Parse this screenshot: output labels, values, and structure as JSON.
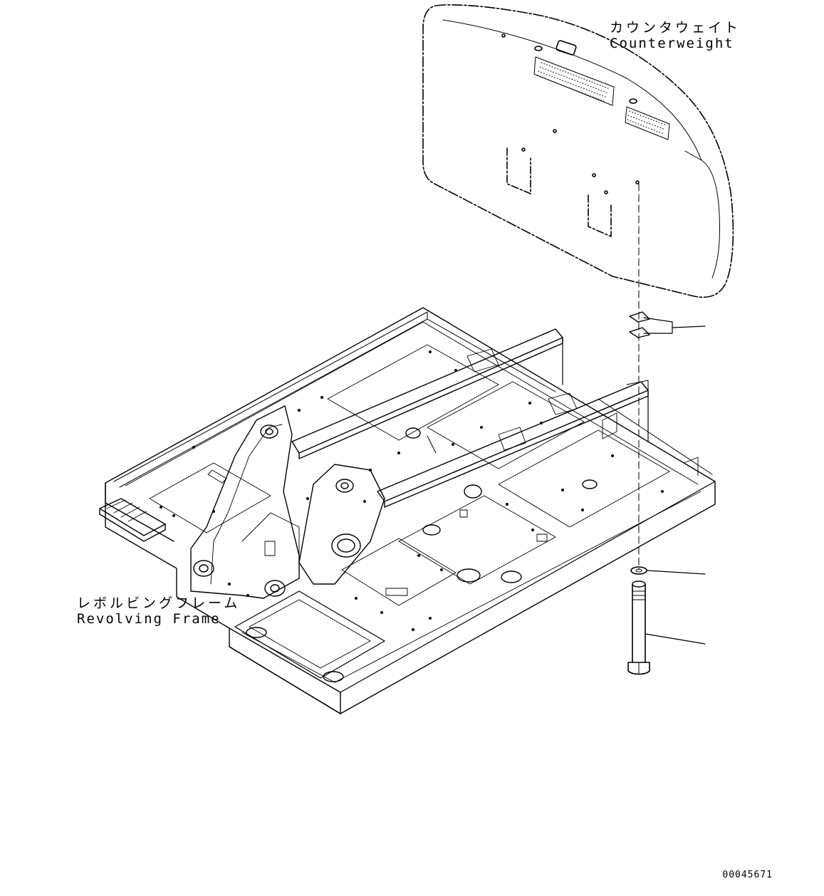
{
  "labels": {
    "counterweight_jp": "カウンタウェイト",
    "counterweight_en": "Counterweight",
    "frame_jp": "レボルビングフレーム",
    "frame_en": "Revolving Frame"
  },
  "diagram_id": "00045671",
  "colors": {
    "line": "#000000",
    "background": "#ffffff"
  },
  "parts": [
    "counterweight",
    "shim",
    "washer",
    "bolt",
    "revolving-frame"
  ]
}
